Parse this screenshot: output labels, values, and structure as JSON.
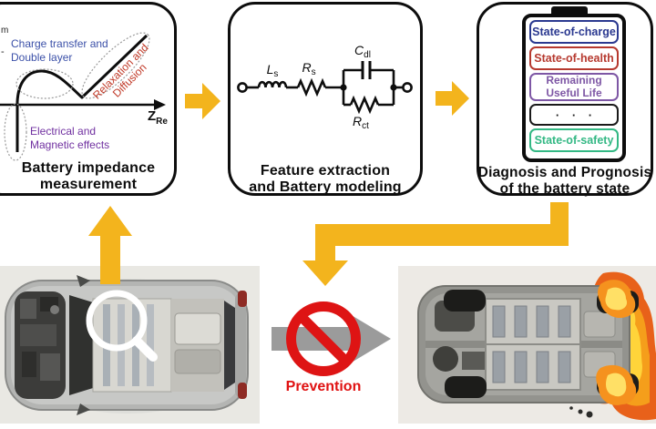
{
  "figure": {
    "impedance_box": {
      "title": [
        "Battery impedance",
        "measurement"
      ],
      "x_axis_label": {
        "main": "Z",
        "sub": "Re"
      },
      "y_axis_remnant": {
        "line1": "m",
        "line2": "-"
      },
      "annotations": {
        "charge_transfer": [
          "Charge transfer and",
          "Double layer"
        ],
        "relaxation": [
          "Relaxation and",
          "Diffusion"
        ],
        "electrical": [
          "Electrical and",
          "Magnetic effects"
        ]
      }
    },
    "modeling_box": {
      "title": [
        "Feature extraction",
        "and Battery modeling"
      ],
      "components": {
        "inductor": {
          "main": "L",
          "sub": "s"
        },
        "series_resistor": {
          "main": "R",
          "sub": "s"
        },
        "double_layer_capacitor": {
          "main": "C",
          "sub": "dl"
        },
        "charge_transfer_resistor": {
          "main": "R",
          "sub": "ct"
        }
      }
    },
    "diagnosis_box": {
      "title": [
        "Diagnosis and Prognosis",
        "of the battery state"
      ],
      "battery_items": [
        {
          "label": "State-of-charge",
          "color": "#2B3990"
        },
        {
          "label": "State-of-health",
          "color": "#B6392F"
        },
        {
          "label": "Remaining Useful Life",
          "line1": "Remaining",
          "line2": "Useful Life",
          "color": "#7E57A5"
        },
        {
          "label": "· · ·",
          "color": "#1A1A1A"
        },
        {
          "label": "State-of-safety",
          "color": "#33B884"
        }
      ]
    },
    "prevention": {
      "label": "Prevention"
    }
  },
  "colors": {
    "arrow_yellow": "#F3B41D",
    "arrow_gray": "#9B9B9B",
    "prohibition_red": "#DE1414",
    "prevention_text": "#E01212",
    "box_border": "#0D0D0D",
    "charge_transfer_blue": "#3B50A8",
    "relaxation_red": "#C03A28",
    "electrical_purple": "#7030A0"
  },
  "icons": {
    "magnifier": "magnifying-glass",
    "prohibition": "no-symbol",
    "battery": "battery-outline"
  }
}
